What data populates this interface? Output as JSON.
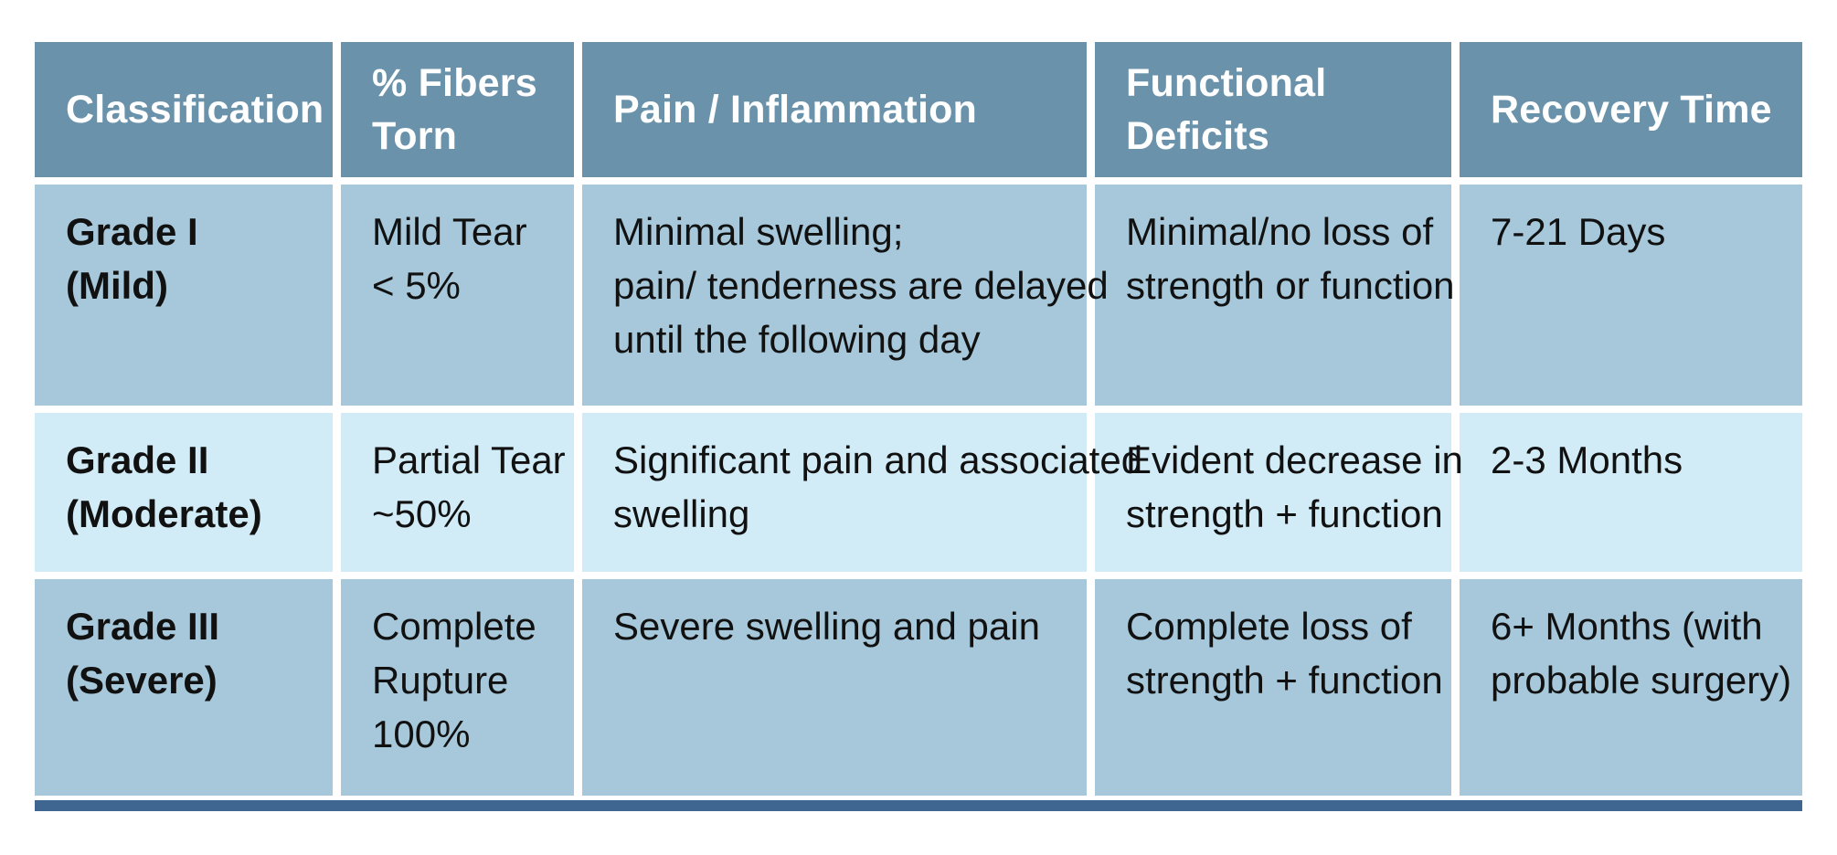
{
  "colors": {
    "header_bg": "#6a93ab",
    "row_dark_bg": "#a6c8da",
    "row_light_bg": "#d2ecf7",
    "bottom_rule": "#3f6690"
  },
  "table": {
    "headers": [
      [
        "Classification"
      ],
      [
        "% Fibers",
        "Torn"
      ],
      [
        "Pain / Inflammation"
      ],
      [
        "Functional",
        "Deficits"
      ],
      [
        "Recovery Time"
      ]
    ],
    "rows": [
      {
        "cells": [
          [
            "Grade I",
            "(Mild)"
          ],
          [
            "Mild Tear",
            "< 5%"
          ],
          [
            "Minimal swelling;",
            "pain/ tenderness are delayed",
            "until the following day"
          ],
          [
            "Minimal/no loss of",
            "strength or function"
          ],
          [
            "7-21 Days"
          ]
        ]
      },
      {
        "cells": [
          [
            "Grade II",
            "(Moderate)"
          ],
          [
            "Partial Tear",
            "~50%"
          ],
          [
            "Significant pain and associated",
            "swelling"
          ],
          [
            "Evident decrease in",
            "strength + function"
          ],
          [
            "2-3 Months"
          ]
        ]
      },
      {
        "cells": [
          [
            "Grade III",
            "(Severe)"
          ],
          [
            "Complete",
            "Rupture",
            "100%"
          ],
          [
            "Severe swelling and pain"
          ],
          [
            "Complete loss of",
            "strength + function"
          ],
          [
            "6+ Months (with",
            "probable surgery)"
          ]
        ]
      }
    ]
  }
}
